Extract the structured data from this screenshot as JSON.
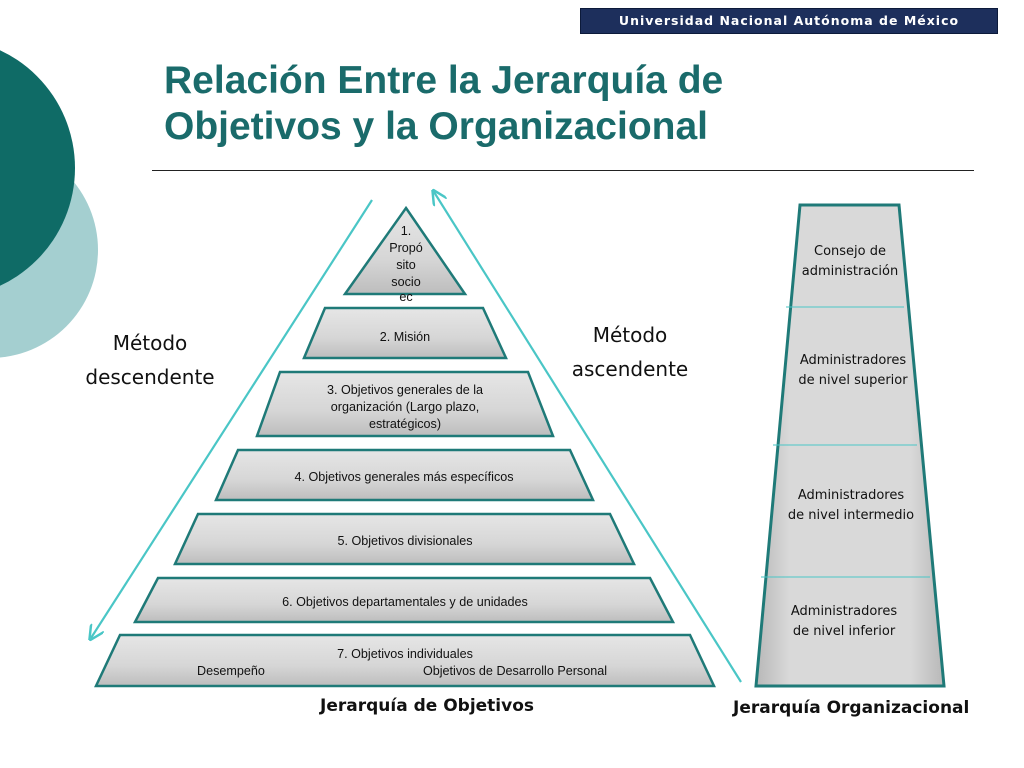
{
  "header": {
    "university_banner": "Universidad Nacional Autónoma de México"
  },
  "title": {
    "line1": "Relación Entre la Jerarquía de",
    "line2": "Objetivos y la Organizacional"
  },
  "objectives_pyramid": {
    "caption": "Jerarquía de Objetivos",
    "levels": [
      {
        "lines": [
          "1.",
          "Propó",
          "sito",
          "socio",
          "ec"
        ]
      },
      {
        "lines": [
          "2. Misión"
        ]
      },
      {
        "lines": [
          "3. Objetivos generales de la",
          "organización (Largo plazo,",
          "estratégicos)"
        ]
      },
      {
        "lines": [
          "4. Objetivos generales más específicos"
        ]
      },
      {
        "lines": [
          "5. Objetivos divisionales"
        ]
      },
      {
        "lines": [
          "6. Objetivos departamentales y de unidades"
        ]
      },
      {
        "lines": [
          "7. Objetivos individuales"
        ],
        "left_note": "Desempeño",
        "right_note": "Objetivos de Desarrollo Personal"
      }
    ]
  },
  "methods": {
    "descending": {
      "line1": "Método",
      "line2": "descendente"
    },
    "ascending": {
      "line1": "Método",
      "line2": "ascendente"
    }
  },
  "organizational_hierarchy": {
    "caption": "Jerarquía Organizacional",
    "levels": [
      {
        "line1": "Consejo de",
        "line2": "administración"
      },
      {
        "line1": "Administradores",
        "line2": "de nivel superior"
      },
      {
        "line1": "Administradores",
        "line2": "de nivel intermedio"
      },
      {
        "line1": "Administradores",
        "line2": "de nivel inferior"
      }
    ]
  },
  "colors": {
    "title": "#1a6b6b",
    "banner_background": "#1d2f5c",
    "circle_dark": "#0f6b66",
    "circle_light": "#a4cfd0",
    "segment_fill": "#d6d6d6",
    "segment_border": "#1f7a78",
    "arrow": "#4ac6c6"
  }
}
